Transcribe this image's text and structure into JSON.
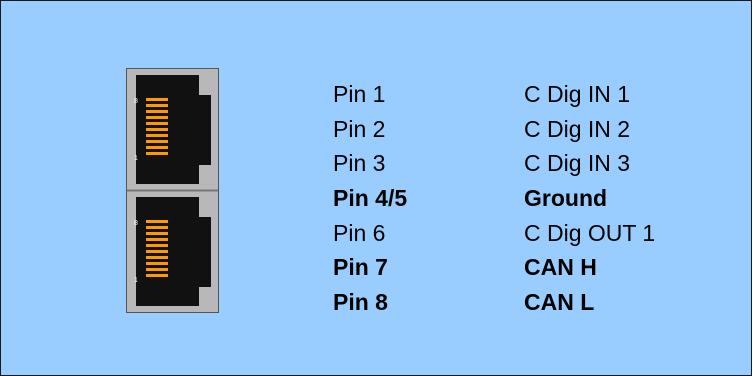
{
  "colors": {
    "background": "#99ccff",
    "connector_frame": "#b8b8b8",
    "connector_body": "#111111",
    "contacts": "#ff9900"
  },
  "connector": {
    "ports": [
      {
        "top_label": "8",
        "bottom_label": "1"
      },
      {
        "top_label": "8",
        "bottom_label": "1"
      }
    ]
  },
  "pinout": [
    {
      "pin": "Pin 1",
      "signal": "C Dig IN 1",
      "bold": false
    },
    {
      "pin": "Pin 2",
      "signal": "C Dig IN 2",
      "bold": false
    },
    {
      "pin": "Pin 3",
      "signal": "C Dig IN 3",
      "bold": false
    },
    {
      "pin": "Pin 4/5",
      "signal": "Ground",
      "bold": true
    },
    {
      "pin": "Pin 6",
      "signal": "C Dig OUT 1",
      "bold": false
    },
    {
      "pin": "Pin 7",
      "signal": "CAN H",
      "bold": true
    },
    {
      "pin": "Pin 8",
      "signal": "CAN L",
      "bold": true
    }
  ]
}
